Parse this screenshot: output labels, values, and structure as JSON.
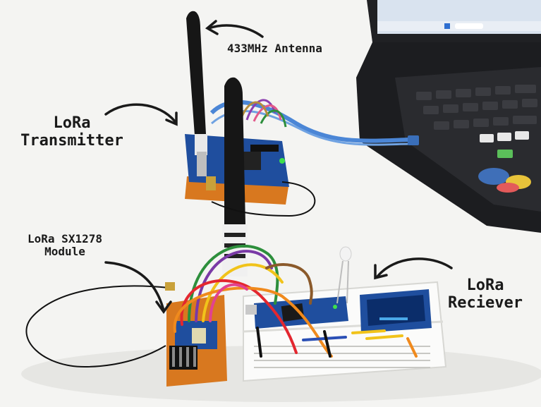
{
  "labels": {
    "antenna": "433MHz Antenna",
    "transmitter_line1": "LoRa",
    "transmitter_line2": "Transmitter",
    "module_line1": "LoRa SX1278",
    "module_line2": "Module",
    "receiver_line1": "LoRa",
    "receiver_line2": "Reciever"
  },
  "colors": {
    "background": "#f4f4f2",
    "pcb_blue": "#1f4e9e",
    "pcb_orange": "#d8781f",
    "usb_cable": "#4b86d6",
    "antenna_black": "#161616",
    "oled_screen": "#0b2d6a",
    "laptop_body": "#1c1d20"
  }
}
